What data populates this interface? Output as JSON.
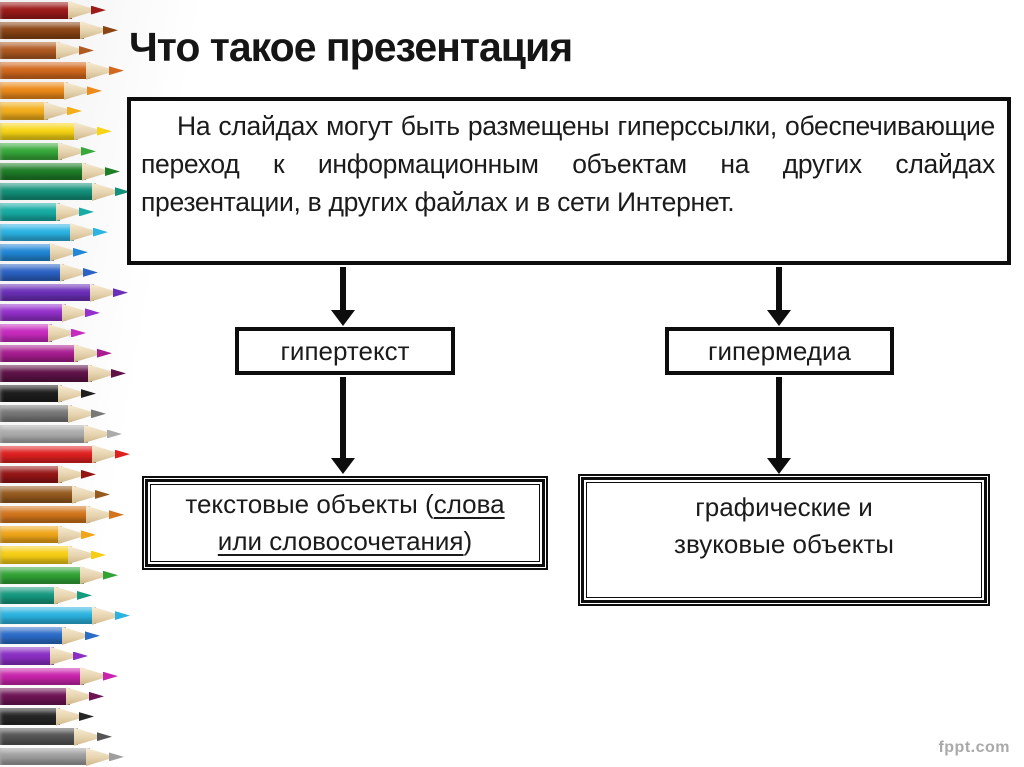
{
  "slide": {
    "title": "Что такое презентация",
    "description": "На слайдах могут быть размещены гиперссылки, обеспечивающие переход к информационным объектам на других слайдах презентации, в других файлах и в сети Интернет.",
    "watermark": "fppt.com"
  },
  "diagram": {
    "hypertext": {
      "label": "гипертекст"
    },
    "hypermedia": {
      "label": "гипермедиа"
    },
    "text_objects": {
      "prefix": "текстовые объекты (",
      "underlined": "слова или словосочетания",
      "suffix": ")"
    },
    "graphic_sound_objects": {
      "label": "графические и звуковые объекты"
    }
  },
  "colors": {
    "border": "#0d0d0d",
    "text": "#1b1b1b",
    "watermark_gray": "#a9a9a9",
    "pencil_wood": "#e6d3ae"
  },
  "pencils": [
    {
      "c": "#9e1a1a",
      "l": 106
    },
    {
      "c": "#8b4513",
      "l": 118
    },
    {
      "c": "#b05a22",
      "l": 94
    },
    {
      "c": "#d2691e",
      "l": 124
    },
    {
      "c": "#ec8a1a",
      "l": 102
    },
    {
      "c": "#f2ae1c",
      "l": 82
    },
    {
      "c": "#f7d515",
      "l": 112
    },
    {
      "c": "#37a93a",
      "l": 96
    },
    {
      "c": "#1e7d27",
      "l": 120
    },
    {
      "c": "#13917a",
      "l": 130
    },
    {
      "c": "#16aba3",
      "l": 94
    },
    {
      "c": "#2bb3e3",
      "l": 108
    },
    {
      "c": "#2187d6",
      "l": 88
    },
    {
      "c": "#2b62c4",
      "l": 98
    },
    {
      "c": "#6b2fb8",
      "l": 128
    },
    {
      "c": "#9430cc",
      "l": 100
    },
    {
      "c": "#c72abe",
      "l": 86
    },
    {
      "c": "#a81d90",
      "l": 112
    },
    {
      "c": "#5e1248",
      "l": 126
    },
    {
      "c": "#1e1e1e",
      "l": 96
    },
    {
      "c": "#787878",
      "l": 106
    },
    {
      "c": "#ababab",
      "l": 122
    },
    {
      "c": "#df2020",
      "l": 130
    },
    {
      "c": "#951515",
      "l": 96
    },
    {
      "c": "#955a1e",
      "l": 110
    },
    {
      "c": "#d2751c",
      "l": 124
    },
    {
      "c": "#f0a618",
      "l": 96
    },
    {
      "c": "#f6ce15",
      "l": 106
    },
    {
      "c": "#31a335",
      "l": 118
    },
    {
      "c": "#15997f",
      "l": 92
    },
    {
      "c": "#2ab3df",
      "l": 130
    },
    {
      "c": "#2b6cc8",
      "l": 100
    },
    {
      "c": "#8a2ec4",
      "l": 88
    },
    {
      "c": "#c924ac",
      "l": 118
    },
    {
      "c": "#6e1455",
      "l": 104
    },
    {
      "c": "#262626",
      "l": 94
    },
    {
      "c": "#555555",
      "l": 112
    },
    {
      "c": "#9e9e9e",
      "l": 124
    }
  ]
}
